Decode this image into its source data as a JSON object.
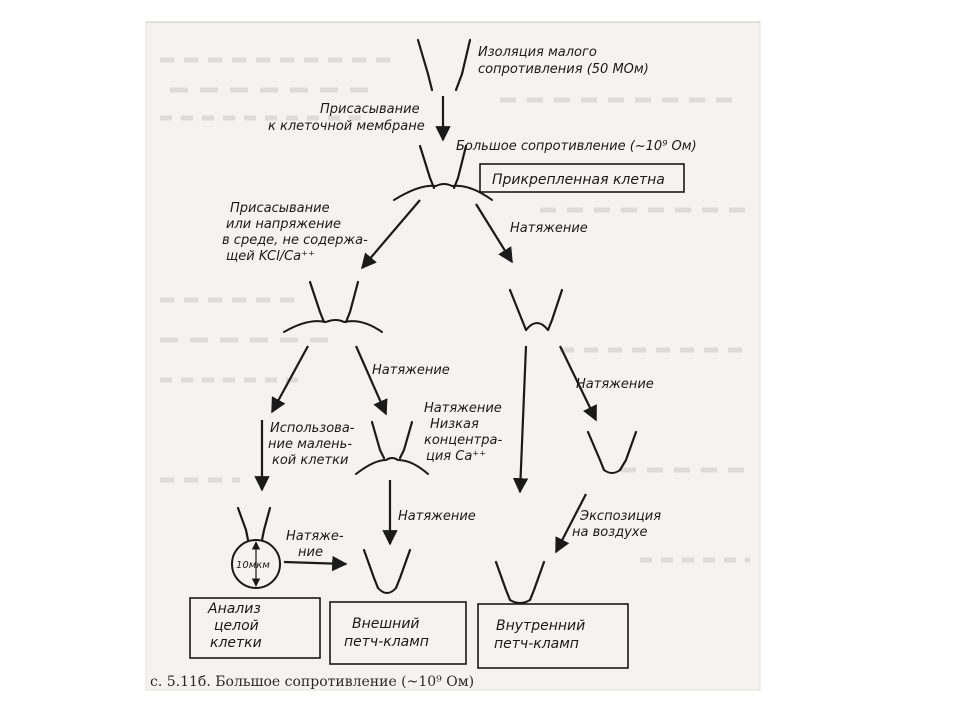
{
  "labels": {
    "isolation": [
      "Изоляция малого",
      "сопротивления (50 МОм)"
    ],
    "suction1": [
      "Присасывание",
      "к клеточной мембране"
    ],
    "high_res": "Большое сопротивление (~10⁹ Ом)",
    "attached": "Прикрепленная клетна",
    "suction2": [
      "Присасывание",
      "или напряжение",
      "в среде, не содержа-",
      "щей KCl/Ca⁺⁺"
    ],
    "pull_right": "Натяжение",
    "pull_mid": "Натяжение",
    "pull_far_right": "Натяжение",
    "small_cell": [
      "Использова-",
      "ние малень-",
      "кой клетки"
    ],
    "low_ca": [
      "Натяжение",
      "Низкая",
      "концентра-",
      "ция Ca⁺⁺"
    ],
    "pull_lower": "Натяжение",
    "pull_left": [
      "Натяже-",
      "ние"
    ],
    "air": [
      "Экспозиция",
      "на воздухе"
    ],
    "size": "10мкм"
  },
  "boxes": {
    "whole_cell": [
      "Анализ",
      "целой",
      "клетки"
    ],
    "outside_out": [
      "Внешний",
      "петч-кламп"
    ],
    "inside_out": [
      "Внутренний",
      "петч-кламп"
    ]
  },
  "caption": "с. 5.11б. Большое сопротивление (~10⁹ Ом)"
}
